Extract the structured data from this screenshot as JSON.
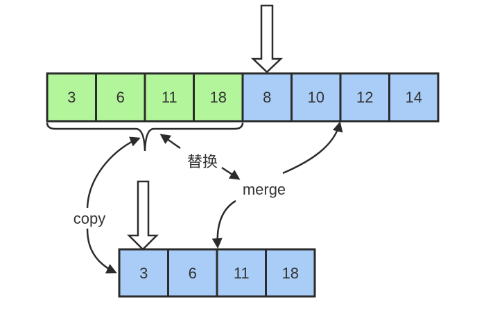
{
  "top_array": {
    "values": [
      "3",
      "6",
      "11",
      "18",
      "8",
      "10",
      "12",
      "14"
    ],
    "fill_colors": [
      "#b3f59a",
      "#b3f59a",
      "#b3f59a",
      "#b3f59a",
      "#a9cdf7",
      "#a9cdf7",
      "#a9cdf7",
      "#a9cdf7"
    ]
  },
  "bottom_array": {
    "values": [
      "3",
      "6",
      "11",
      "18"
    ],
    "fill_color": "#a9cdf7"
  },
  "labels": {
    "swap": "替换",
    "merge": "merge",
    "copy": "copy"
  },
  "colors": {
    "stroke": "#2b2b2b",
    "text": "#333333",
    "green": "#b3f59a",
    "blue": "#a9cdf7"
  },
  "icons": {
    "pointer": "hollow-down-arrow-icon"
  }
}
